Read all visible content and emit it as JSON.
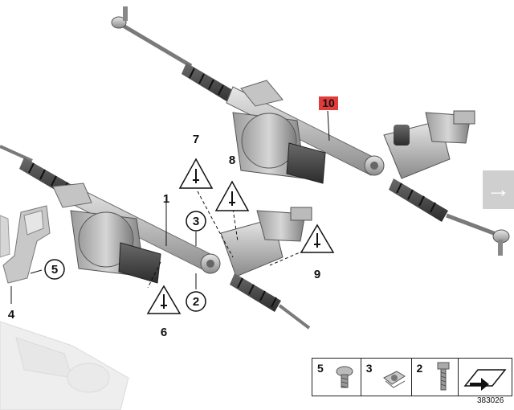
{
  "callouts": {
    "c1": "1",
    "c2": "2",
    "c3": "3",
    "c4": "4",
    "c5": "5",
    "c6": "6",
    "c7": "7",
    "c8": "8",
    "c9": "9",
    "c10": "10"
  },
  "legend": {
    "items": [
      {
        "label": "5",
        "icon": "screw-icon"
      },
      {
        "label": "3",
        "icon": "clip-nut-icon"
      },
      {
        "label": "2",
        "icon": "bolt-icon"
      }
    ],
    "arrow_icon": "pointer-arrow-icon"
  },
  "figure_id": "383026",
  "nav": {
    "icon": "arrow-right-icon"
  },
  "colors": {
    "highlight": "#e23b3b",
    "nav_bg": "#cfcfcf"
  }
}
